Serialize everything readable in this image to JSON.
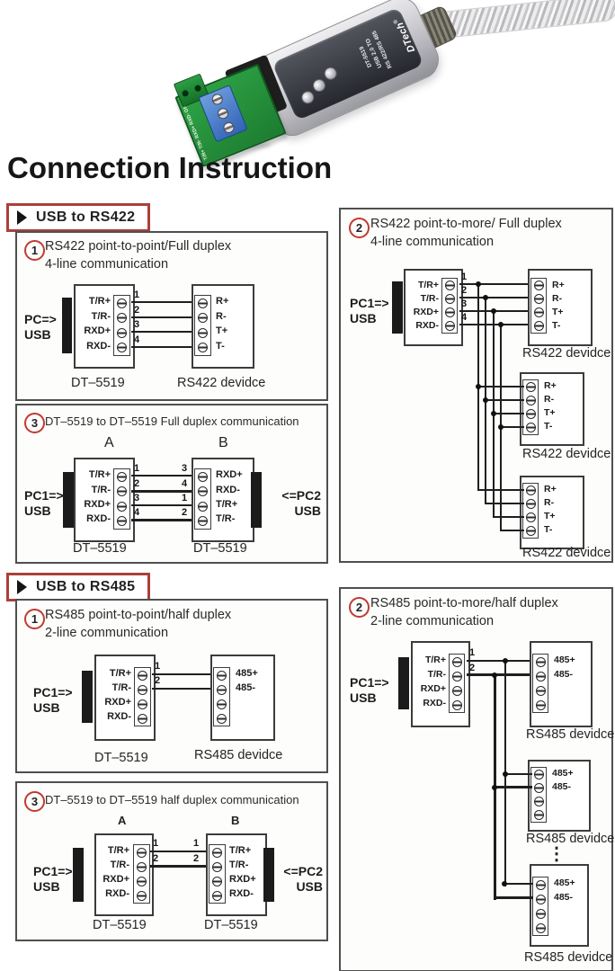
{
  "title": "Connection Instruction",
  "photo": {
    "model": "DT-5519",
    "label_line2": "USB 2.0 TO",
    "label_line3": "RS 422/RS 485",
    "brand": "DTech",
    "brand_mark": "®",
    "pcb_text": "T/R+ T/R- RXD+ RXD- GND"
  },
  "sections": {
    "rs422": "USB to RS422",
    "rs485": "USB to RS485"
  },
  "labels": {
    "pc": "PC=>",
    "pc1": "PC1=>",
    "pc2": "<=PC2",
    "usb": "USB",
    "dt5519": "DT–5519",
    "rs422_device": "RS422 devidce",
    "rs485_device": "RS485 devidce",
    "a": "A",
    "b": "B",
    "ellipsis": "⋮"
  },
  "pins": {
    "adapter": [
      "T/R+",
      "T/R-",
      "RXD+",
      "RXD-"
    ],
    "rs422dev": [
      "R+",
      "R-",
      "T+",
      "T-"
    ],
    "rs485dev": [
      "485+",
      "485-"
    ],
    "b_full": [
      "RXD+",
      "RXD-",
      "T/R+",
      "T/R-"
    ]
  },
  "panels": {
    "rs422_p2p": {
      "num": "1",
      "line1": "RS422 point-to-point/Full duplex",
      "line2": "4-line communication",
      "wires": [
        "1",
        "2",
        "3",
        "4"
      ]
    },
    "rs422_p2m": {
      "num": "2",
      "line1": "RS422 point-to-more/ Full duplex",
      "line2": "4-line communication",
      "wires": [
        "1",
        "2",
        "3",
        "4"
      ]
    },
    "rs422_dt": {
      "num": "3",
      "line1": "DT–5519 to DT–5519 Full duplex communication",
      "left_wires": [
        "1",
        "2",
        "3",
        "4"
      ],
      "right_wires": [
        "3",
        "4",
        "1",
        "2"
      ]
    },
    "rs485_p2p": {
      "num": "1",
      "line1": "RS485 point-to-point/half duplex",
      "line2": "2-line communication",
      "wires": [
        "1",
        "2"
      ]
    },
    "rs485_p2m": {
      "num": "2",
      "line1": "RS485 point-to-more/half duplex",
      "line2": "2-line communication",
      "wires": [
        "1",
        "2"
      ]
    },
    "rs485_dt": {
      "num": "3",
      "line1": "DT–5519 to DT–5519 half duplex communication",
      "left_wires": [
        "1",
        "2"
      ],
      "right_wires": [
        "1",
        "2"
      ]
    }
  },
  "colors": {
    "accent_red": "#a94139",
    "circle_red": "#c23a30",
    "wire": "#1f1f1f",
    "pcb_green": "#27963c"
  }
}
